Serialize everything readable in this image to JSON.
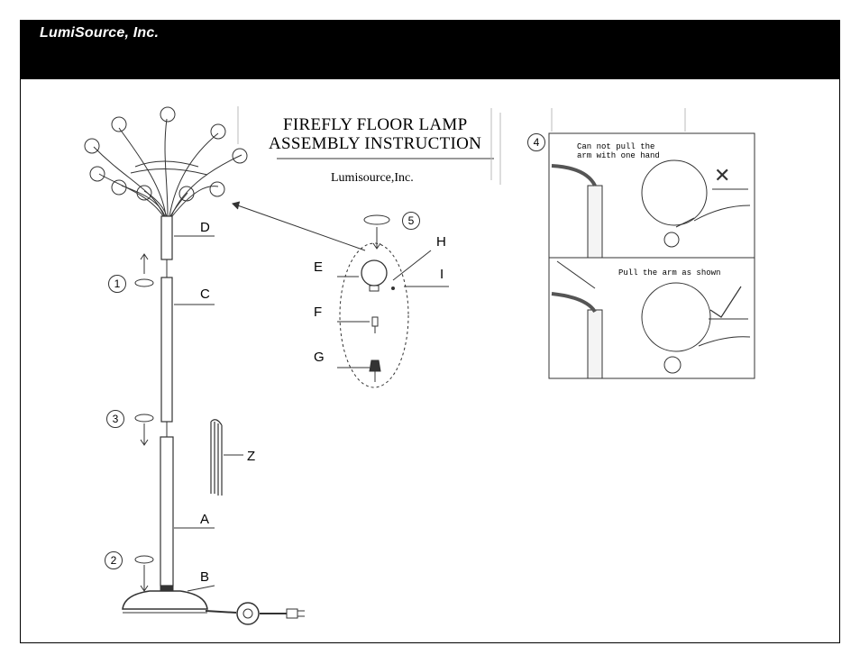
{
  "header": {
    "brand": "LumiSource, Inc."
  },
  "instructions": {
    "title_line1": "FIREFLY FLOOR LAMP",
    "title_line2": "ASSEMBLY INSTRUCTION",
    "company": "Lumisource,Inc."
  },
  "part_labels": {
    "a": "A",
    "b": "B",
    "c": "C",
    "d": "D",
    "e": "E",
    "f": "F",
    "g": "G",
    "h": "H",
    "i": "I",
    "z": "Z"
  },
  "steps": {
    "s1": "1",
    "s2": "2",
    "s3": "3",
    "s4": "4",
    "s5": "5"
  },
  "panel_top": {
    "caption_line1": "Can not pull the",
    "caption_line2": "arm with one hand",
    "mark": "✕"
  },
  "panel_bottom": {
    "caption": "Pull the arm as shown",
    "mark": "✓"
  }
}
